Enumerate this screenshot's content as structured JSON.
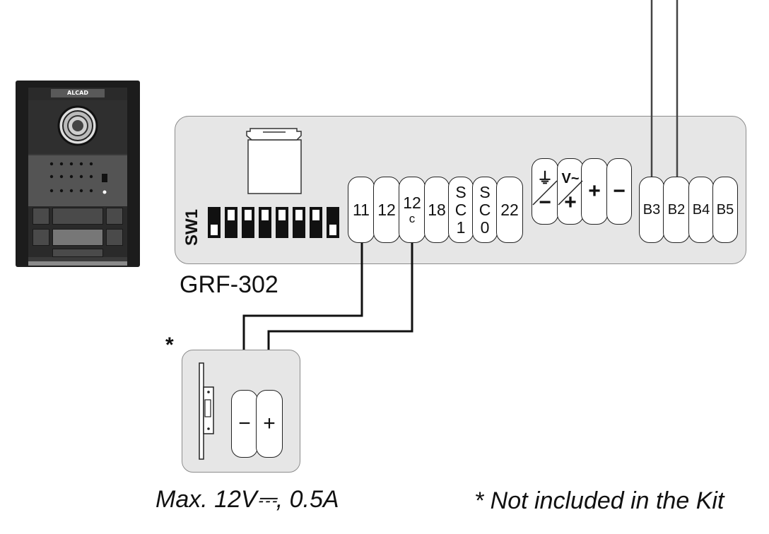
{
  "panel": {
    "brand": "ALCAD"
  },
  "module": {
    "model": "GRF-302",
    "switch_label": "SW1",
    "terminals": [
      {
        "line1": "11",
        "line2": "",
        "line3": ""
      },
      {
        "line1": "12",
        "line2": "",
        "line3": ""
      },
      {
        "line1": "12",
        "line2": "c",
        "line3": ""
      },
      {
        "line1": "18",
        "line2": "",
        "line3": ""
      },
      {
        "line1": "S",
        "line2": "C",
        "line3": "1"
      },
      {
        "line1": "S",
        "line2": "C",
        "line3": "0"
      },
      {
        "line1": "22",
        "line2": "",
        "line3": ""
      }
    ],
    "power_terminals": [
      {
        "top": "⏚",
        "bottom": "−"
      },
      {
        "top": "V~",
        "bottom": "+"
      },
      {
        "top": "+",
        "bottom": ""
      },
      {
        "top": "−",
        "bottom": ""
      }
    ],
    "bus_terminals": [
      "B3",
      "B2",
      "B4",
      "B5"
    ]
  },
  "lock": {
    "marker": "*",
    "minus": "−",
    "plus": "+"
  },
  "captions": {
    "rating": "Max. 12V⎓, 0.5A",
    "note": "* Not included in the Kit"
  }
}
